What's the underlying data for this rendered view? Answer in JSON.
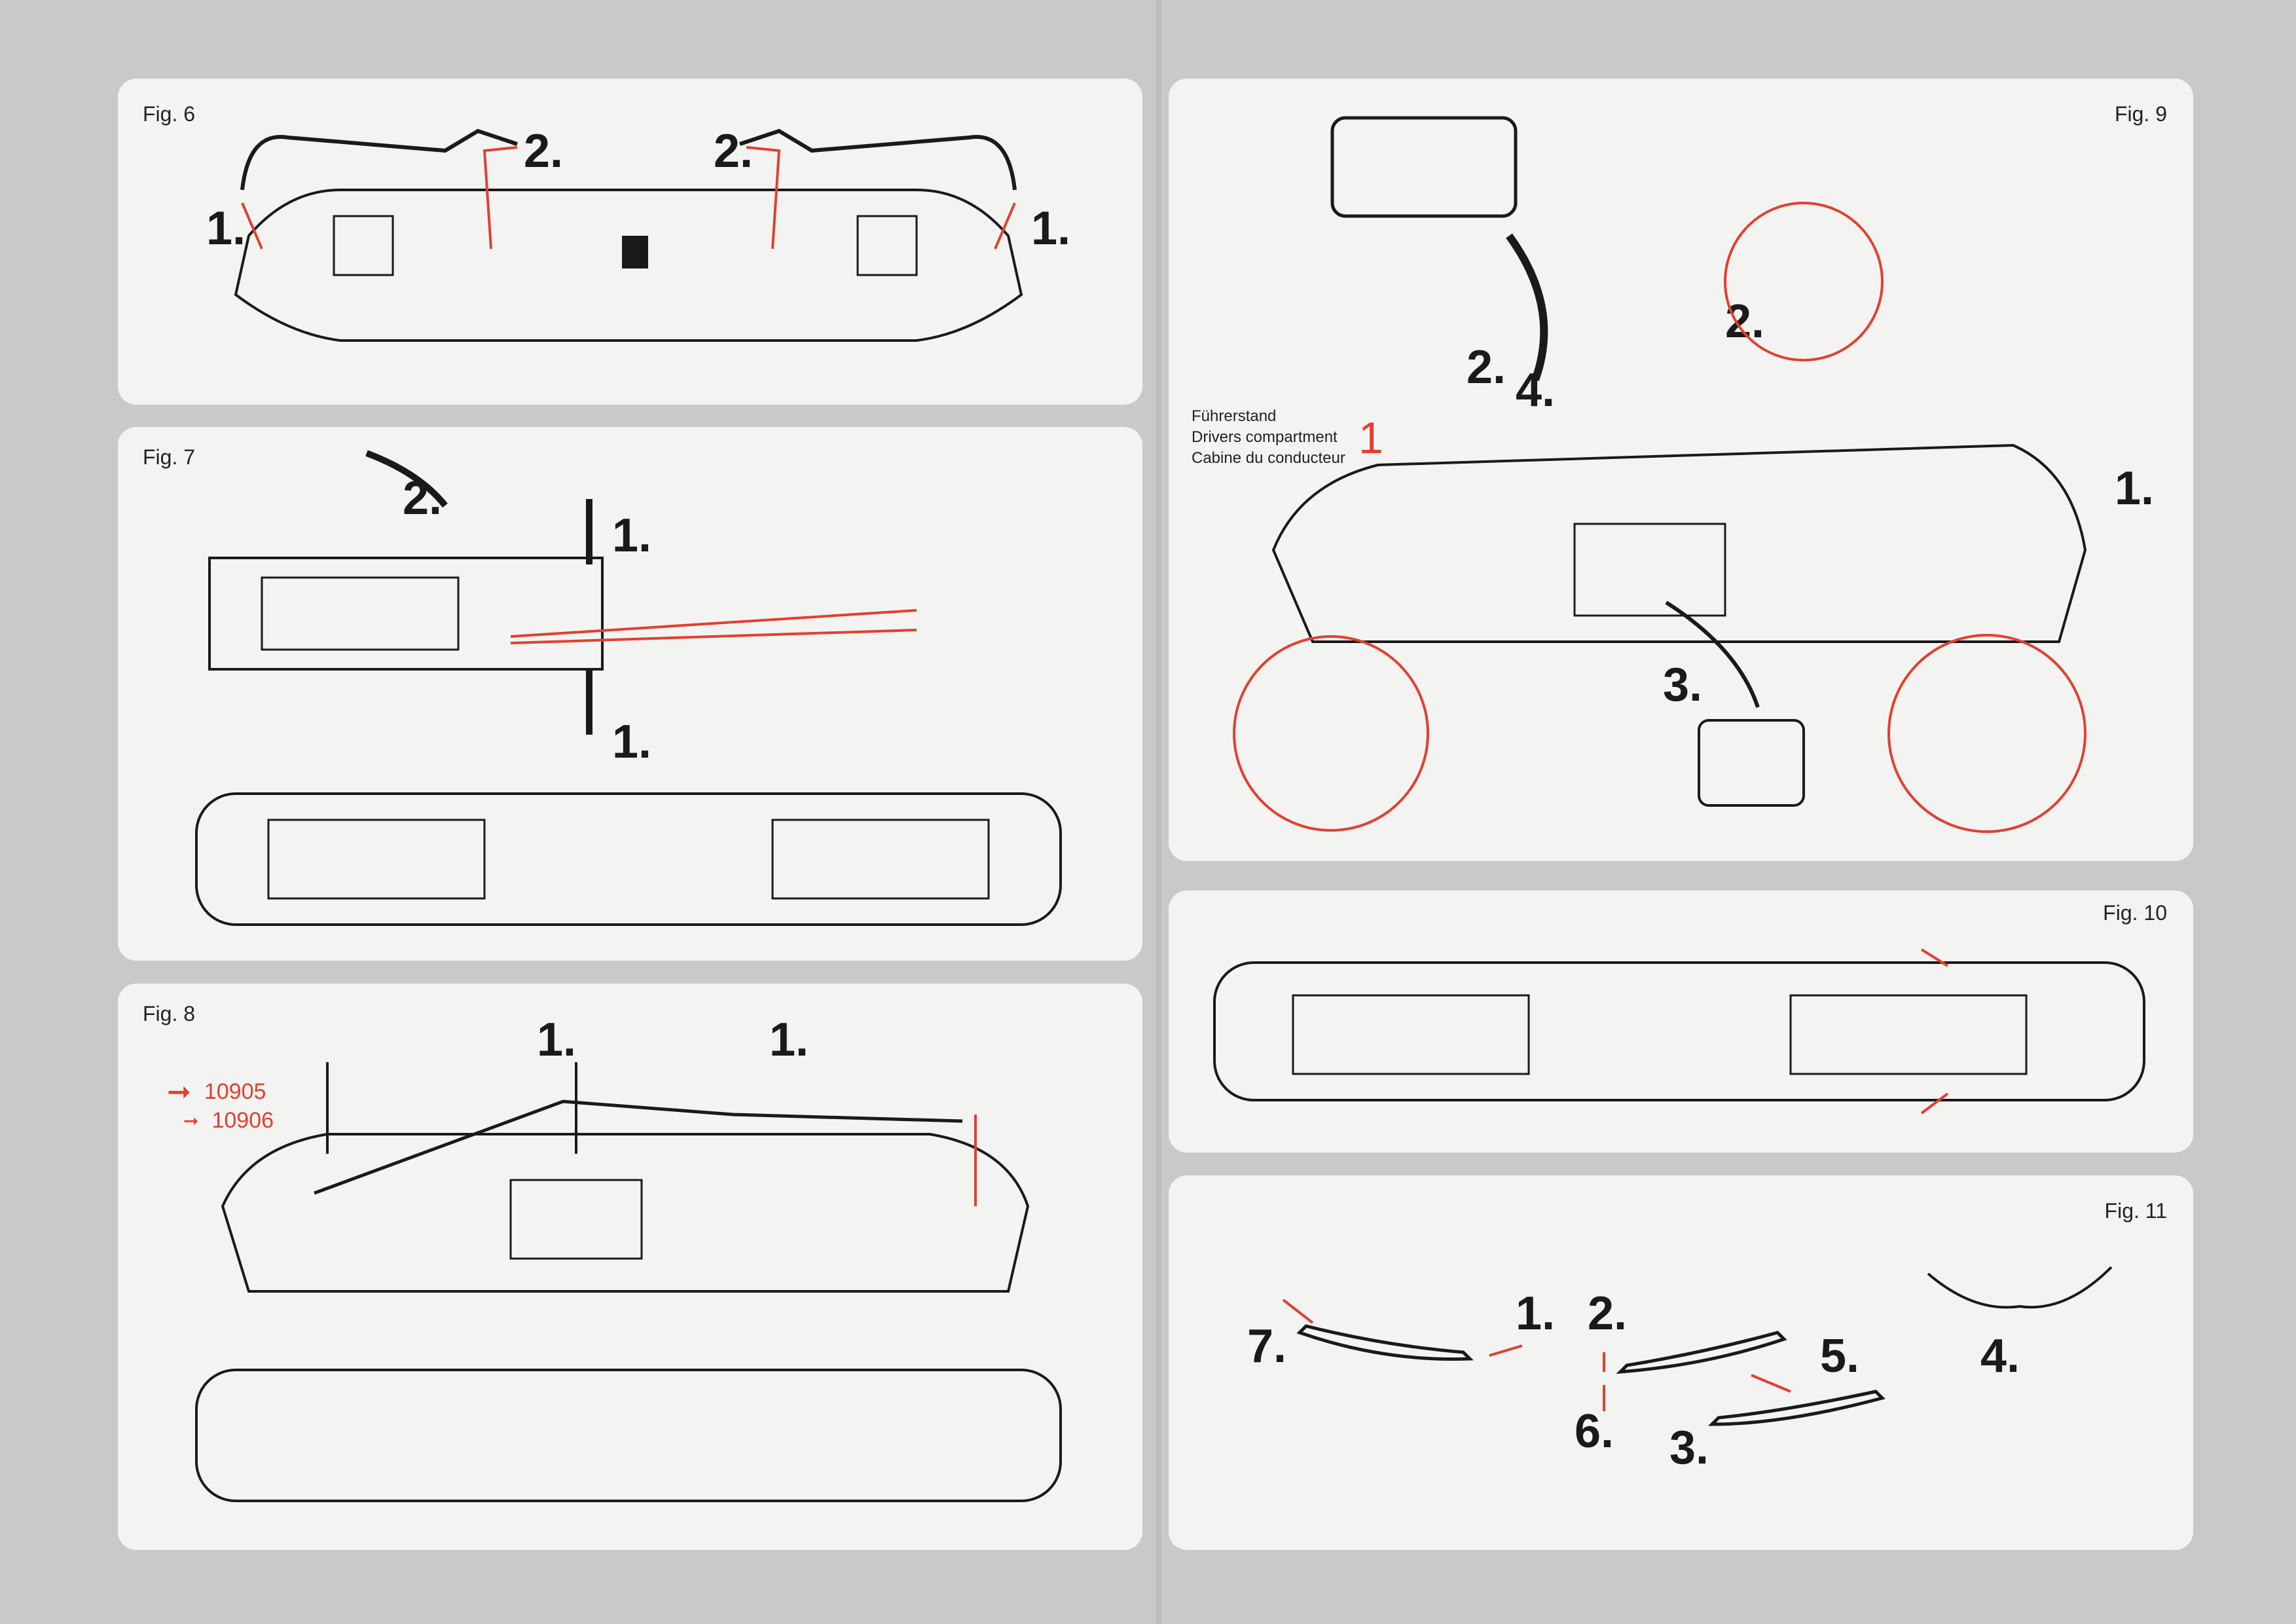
{
  "figures": {
    "fig6": {
      "label": "Fig. 6",
      "steps": [
        "1.",
        "2.",
        "2.",
        "1."
      ]
    },
    "fig7": {
      "label": "Fig. 7",
      "steps": [
        "2.",
        "1.",
        "1."
      ]
    },
    "fig8": {
      "label": "Fig. 8",
      "steps": [
        "1.",
        "1."
      ],
      "legend": [
        {
          "arrow": "large-arrow",
          "code": "10905"
        },
        {
          "arrow": "small-arrow",
          "code": "10906"
        }
      ]
    },
    "fig9": {
      "label": "Fig. 9",
      "steps": [
        "2.",
        "4.",
        "2.",
        "1.",
        "3."
      ],
      "caption": {
        "lines": [
          "Führerstand",
          "Drivers compartment",
          "Cabine du conducteur"
        ],
        "marker": "1"
      }
    },
    "fig10": {
      "label": "Fig. 10"
    },
    "fig11": {
      "label": "Fig. 11",
      "steps": [
        "7.",
        "1.",
        "2.",
        "5.",
        "4.",
        "6.",
        "3."
      ]
    }
  },
  "colors": {
    "accent_red": "#e0412f",
    "ink": "#1a1a1a",
    "panel": "#f3f3f2",
    "background": "#c9c9cb"
  }
}
